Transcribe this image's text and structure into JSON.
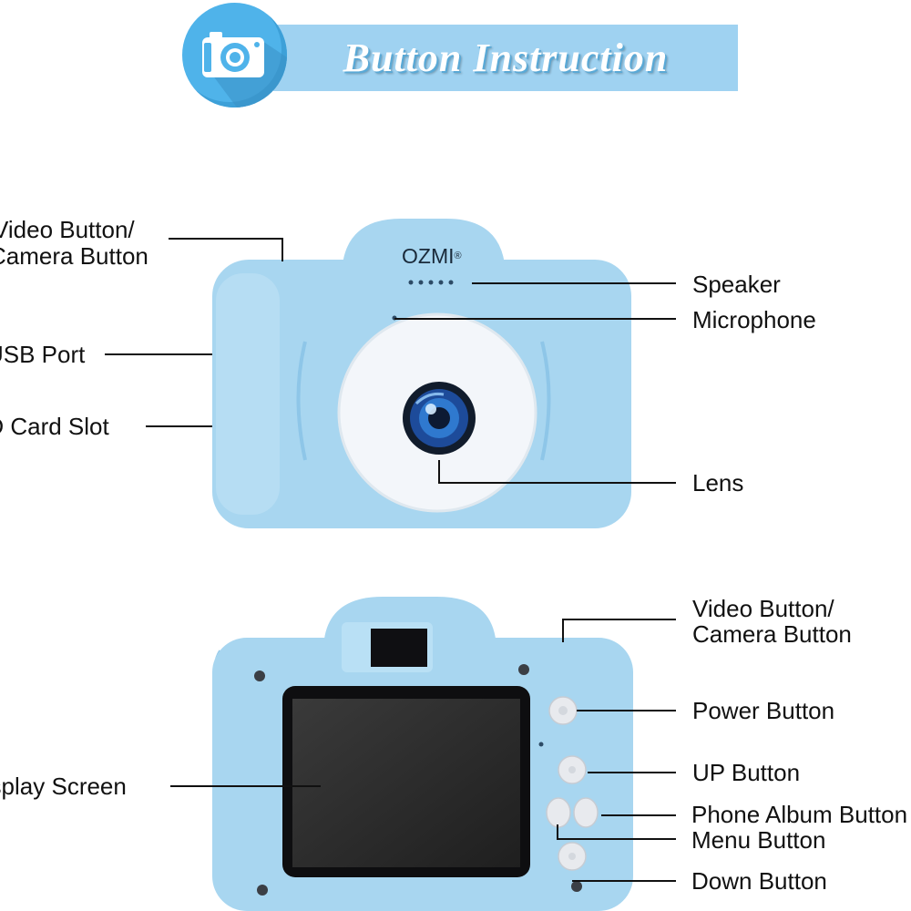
{
  "banner": {
    "title": "Button Instruction",
    "icon": "camera-icon",
    "colors": {
      "bar": "#9fd2f1",
      "circle": "#4fb3ea",
      "title": "#ffffff"
    }
  },
  "front_view": {
    "brand": "OZMI",
    "brand_mark": "®",
    "labels": {
      "video_camera_button_line1": "Video Button/",
      "video_camera_button_line2": "Camera Button",
      "usb_port": "USB Port",
      "sd_card_slot": "SD Card Slot",
      "speaker": "Speaker",
      "microphone": "Microphone",
      "lens": "Lens"
    }
  },
  "back_view": {
    "labels": {
      "video_camera_button_line1": "Video Button/",
      "video_camera_button_line2": "Camera Button",
      "power_button": "Power Button",
      "up_button": "UP Button",
      "phone_album_button": "Phone Album Button",
      "menu_button": "Menu Button",
      "down_button": "Down Button",
      "display_screen": "Display Screen"
    }
  },
  "colors": {
    "camera_body": "#a8d6f0",
    "camera_shade": "#8ec6e8",
    "lens_ring": "#f3f6fa",
    "screen": "#2a2a2a",
    "line": "#111111"
  }
}
